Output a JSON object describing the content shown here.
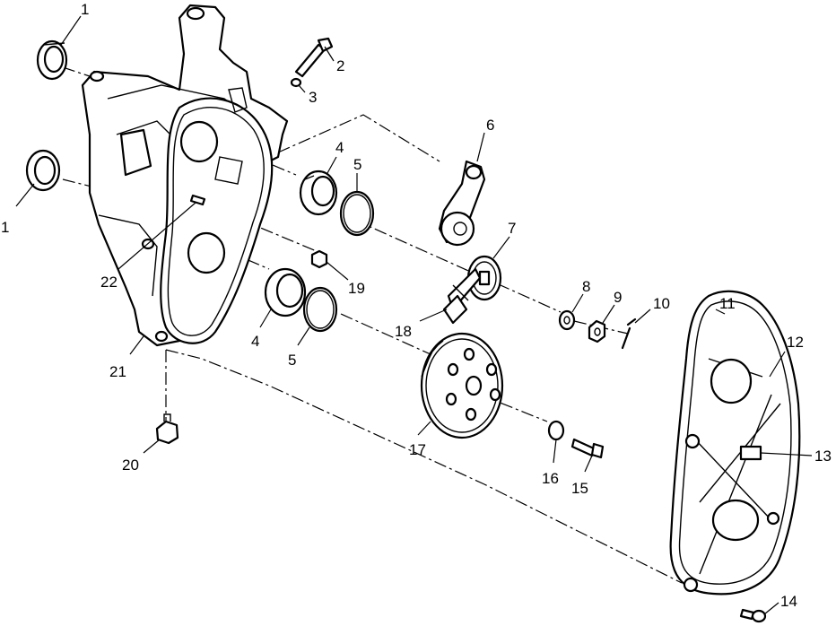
{
  "callouts": {
    "c1a": "1",
    "c1b": "1",
    "c2": "2",
    "c3": "3",
    "c4a": "4",
    "c4b": "4",
    "c5a": "5",
    "c5b": "5",
    "c6": "6",
    "c7": "7",
    "c8": "8",
    "c9": "9",
    "c10": "10",
    "c11": "11",
    "c12": "12",
    "c13": "13",
    "c14": "14",
    "c15": "15",
    "c16": "16",
    "c17": "17",
    "c18": "18",
    "c19": "19",
    "c20": "20",
    "c21": "21",
    "c22": "22"
  }
}
